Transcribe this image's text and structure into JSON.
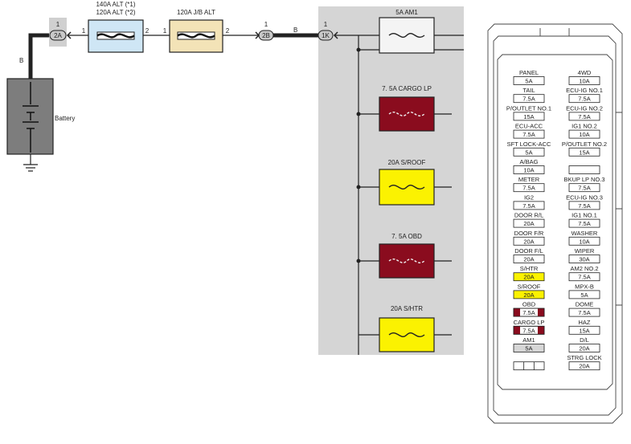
{
  "schematic": {
    "battery_label": "Battery",
    "wire_color_b": "B",
    "connectors": [
      {
        "id": "2A",
        "pin": "1"
      },
      {
        "id": "2B",
        "pin": "1"
      },
      {
        "id": "1K",
        "pin": "1"
      }
    ],
    "fusible_links": [
      {
        "line1": "140A ALT (*1)",
        "line2": "120A ALT (*2)",
        "pin_left": "1",
        "pin_right": "2"
      },
      {
        "line1": "120A J/B ALT",
        "line2": "",
        "pin_left": "1",
        "pin_right": "2"
      }
    ],
    "fuses": [
      {
        "label": "5A AM1",
        "style": "white"
      },
      {
        "label": "7. 5A CARGO LP",
        "style": "red"
      },
      {
        "label": "20A S/ROOF",
        "style": "yellow"
      },
      {
        "label": "7. 5A OBD",
        "style": "red"
      },
      {
        "label": "20A S/HTR",
        "style": "yellow"
      }
    ]
  },
  "fuse_box": {
    "left": [
      {
        "name": "PANEL",
        "value": "5A",
        "style": "plain"
      },
      {
        "name": "TAIL",
        "value": "7.5A",
        "style": "plain"
      },
      {
        "name": "P/OUTLET NO.1",
        "value": "15A",
        "style": "plain"
      },
      {
        "name": "ECU-ACC",
        "value": "7.5A",
        "style": "plain"
      },
      {
        "name": "SFT LOCK-ACC",
        "value": "5A",
        "style": "plain"
      },
      {
        "name": "A/BAG",
        "value": "10A",
        "style": "plain"
      },
      {
        "name": "METER",
        "value": "7.5A",
        "style": "plain"
      },
      {
        "name": "IG2",
        "value": "7.5A",
        "style": "plain"
      },
      {
        "name": "DOOR R/L",
        "value": "20A",
        "style": "plain"
      },
      {
        "name": "DOOR F/R",
        "value": "20A",
        "style": "plain"
      },
      {
        "name": "DOOR F/L",
        "value": "20A",
        "style": "plain"
      },
      {
        "name": "S/HTR",
        "value": "20A",
        "style": "yellow"
      },
      {
        "name": "S/ROOF",
        "value": "20A",
        "style": "yellow"
      },
      {
        "name": "OBD",
        "value": "7.5A",
        "style": "red"
      },
      {
        "name": "CARGO LP",
        "value": "7.5A",
        "style": "red"
      },
      {
        "name": "AM1",
        "value": "5A",
        "style": "gray"
      },
      {
        "name": "",
        "value": "",
        "style": "split"
      }
    ],
    "right": [
      {
        "name": "4WD",
        "value": "10A",
        "style": "plain"
      },
      {
        "name": "ECU-IG NO.1",
        "value": "7.5A",
        "style": "plain"
      },
      {
        "name": "ECU-IG NO.2",
        "value": "7.5A",
        "style": "plain"
      },
      {
        "name": "IG1 NO.2",
        "value": "10A",
        "style": "plain"
      },
      {
        "name": "P/OUTLET NO.2",
        "value": "15A",
        "style": "plain"
      },
      {
        "name": "",
        "value": "",
        "style": "empty"
      },
      {
        "name": "BKUP LP NO.3",
        "value": "7.5A",
        "style": "plain"
      },
      {
        "name": "ECU-IG NO.3",
        "value": "7.5A",
        "style": "plain"
      },
      {
        "name": "IG1 NO.1",
        "value": "7.5A",
        "style": "plain"
      },
      {
        "name": "WASHER",
        "value": "10A",
        "style": "plain"
      },
      {
        "name": "WIPER",
        "value": "30A",
        "style": "plain"
      },
      {
        "name": "AM2 NO.2",
        "value": "7.5A",
        "style": "plain"
      },
      {
        "name": "MPX-B",
        "value": "5A",
        "style": "plain"
      },
      {
        "name": "DOME",
        "value": "7.5A",
        "style": "plain"
      },
      {
        "name": "HAZ",
        "value": "15A",
        "style": "plain"
      },
      {
        "name": "D/L",
        "value": "20A",
        "style": "plain"
      },
      {
        "name": "STRG LOCK",
        "value": "20A",
        "style": "plain"
      }
    ]
  },
  "colors": {
    "highlight_panel": "#d5d5d5",
    "fusible_link_1": "#cfe6f5",
    "fusible_link_2": "#f3e3b7",
    "fuse_red": "#8a0c1e",
    "fuse_yellow": "#fbf201",
    "fuse_white": "#f4f4f4",
    "battery_body": "#7d7d7d"
  }
}
